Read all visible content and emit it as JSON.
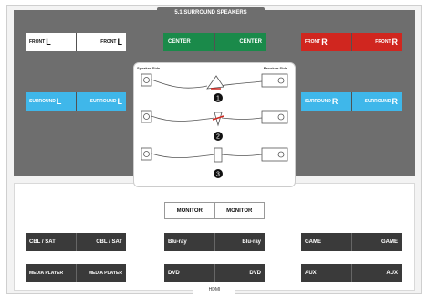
{
  "title": "5.1 SURROUND SPEAKERS",
  "footer_label": "HDMI",
  "speakers": {
    "front_l": {
      "left_small": "FRONT",
      "left_big": "L",
      "right_small": "FRONT",
      "right_big": "L",
      "color": "#ffffff"
    },
    "center": {
      "left_small": "",
      "left_big": "CENTER",
      "right_small": "",
      "right_big": "CENTER",
      "color": "#1a8a4a"
    },
    "front_r": {
      "left_small": "FRONT",
      "left_big": "R",
      "right_small": "FRONT",
      "right_big": "R",
      "color": "#d0261f"
    },
    "surround_l": {
      "left_small": "SURROUND",
      "left_big": "L",
      "right_small": "SURROUND",
      "right_big": "L",
      "color": "#3fb7ea"
    },
    "surround_r": {
      "left_small": "SURROUND",
      "left_big": "R",
      "right_small": "SURROUND",
      "right_big": "R",
      "color": "#3fb7ea"
    }
  },
  "connection": {
    "speaker_side": "Speaker Side",
    "receiver_side": "Receiver Side",
    "steps": [
      "1",
      "2",
      "3"
    ]
  },
  "inputs": {
    "monitor": [
      "MONITOR",
      "MONITOR"
    ],
    "cbl_sat": [
      "CBL / SAT",
      "CBL / SAT"
    ],
    "bluray": [
      "Blu-ray",
      "Blu-ray"
    ],
    "game": [
      "GAME",
      "GAME"
    ],
    "media_player": [
      "MEDIA PLAYER",
      "MEDIA PLAYER"
    ],
    "dvd": [
      "DVD",
      "DVD"
    ],
    "aux": [
      "AUX",
      "AUX"
    ]
  }
}
